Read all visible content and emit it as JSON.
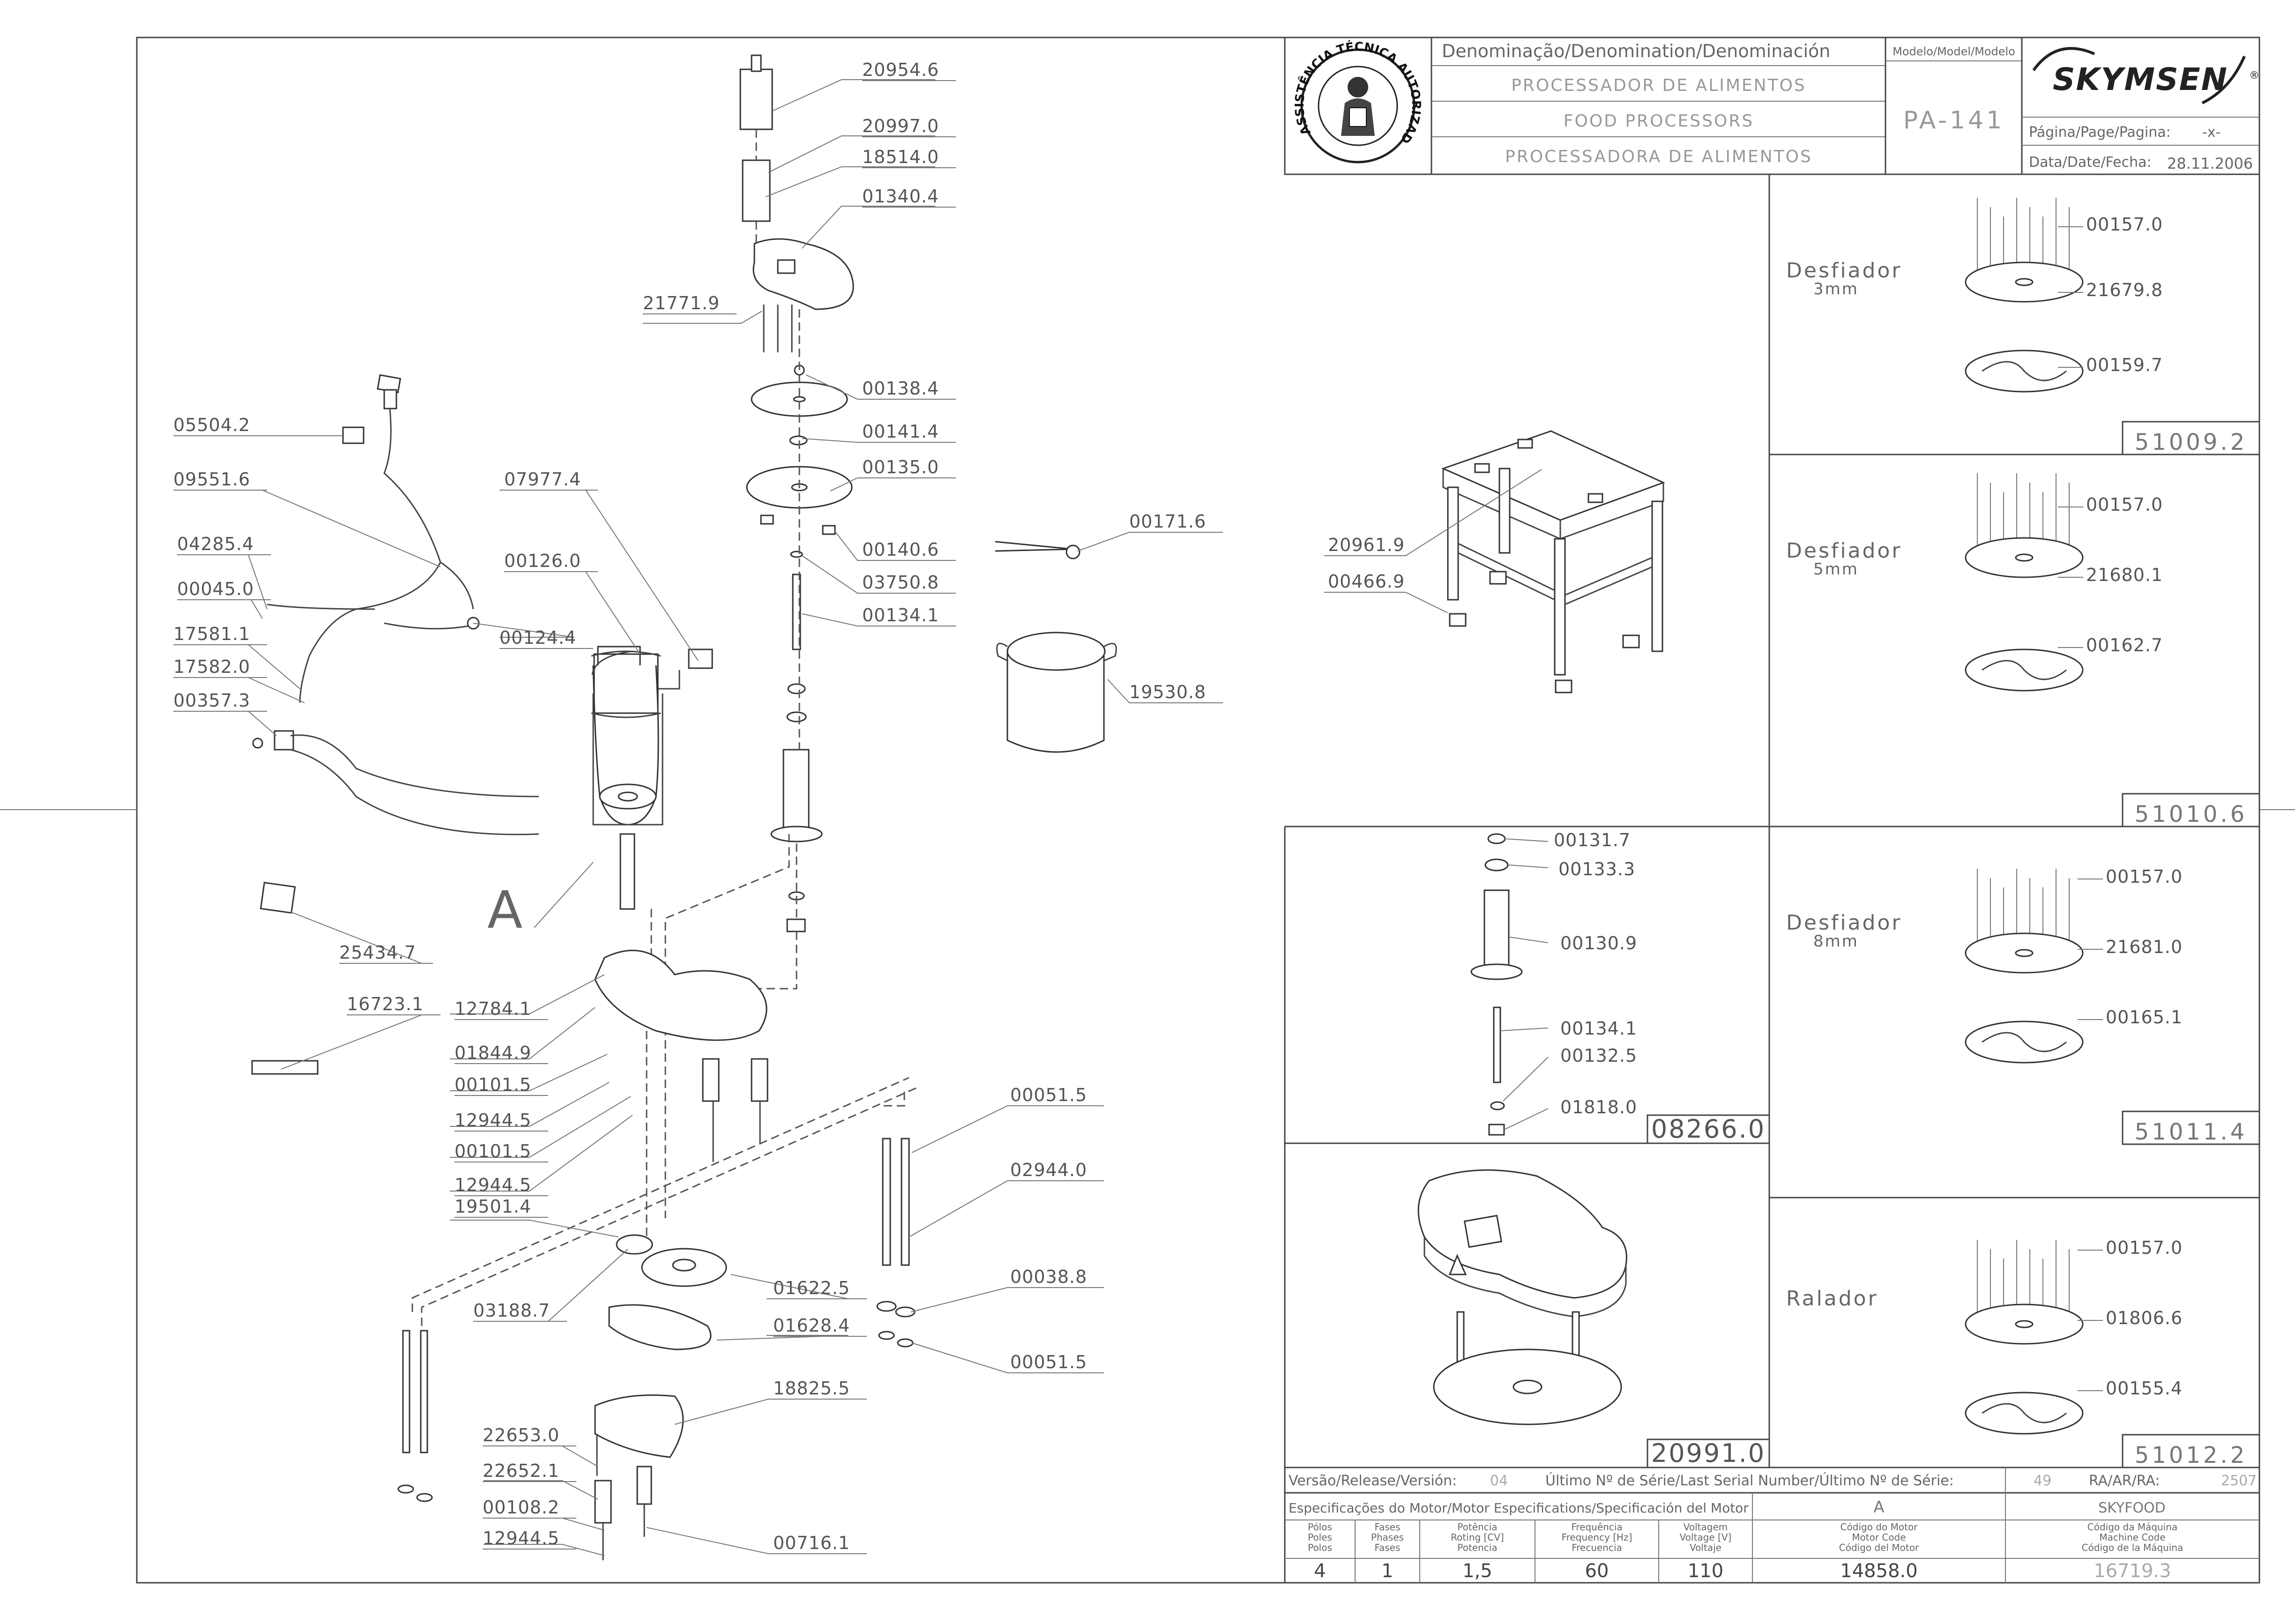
{
  "title_block": {
    "denomination_header": "Denominação/Denomination/Denominación",
    "name_pt": "PROCESSADOR DE ALIMENTOS",
    "name_en": "FOOD PROCESSORS",
    "name_es": "PROCESSADORA DE ALIMENTOS",
    "model_header": "Modelo/Model/Modelo",
    "model": "PA-141",
    "brand": "SKYMSEN",
    "page_label": "Página/Page/Pagina:",
    "page_value": "-x-",
    "date_label": "Data/Date/Fecha:",
    "date_value": "28.11.2006",
    "badge_text": "ASSISTÊNCIA TÉCNICA AUTORIZADA"
  },
  "main_labels": [
    {
      "id": "lbl-20954-6",
      "text": "20954.6"
    },
    {
      "id": "lbl-20997-0",
      "text": "20997.0"
    },
    {
      "id": "lbl-18514-0",
      "text": "18514.0"
    },
    {
      "id": "lbl-01340-4",
      "text": "01340.4"
    },
    {
      "id": "lbl-21771-9",
      "text": "21771.9"
    },
    {
      "id": "lbl-00138-4",
      "text": "00138.4"
    },
    {
      "id": "lbl-00141-4",
      "text": "00141.4"
    },
    {
      "id": "lbl-00135-0",
      "text": "00135.0"
    },
    {
      "id": "lbl-00140-6",
      "text": "00140.6"
    },
    {
      "id": "lbl-03750-8",
      "text": "03750.8"
    },
    {
      "id": "lbl-00134-1",
      "text": "00134.1"
    },
    {
      "id": "lbl-00171-6",
      "text": "00171.6"
    },
    {
      "id": "lbl-19530-8",
      "text": "19530.8"
    },
    {
      "id": "lbl-05504-2",
      "text": "05504.2"
    },
    {
      "id": "lbl-09551-6",
      "text": "09551.6"
    },
    {
      "id": "lbl-07977-4",
      "text": "07977.4"
    },
    {
      "id": "lbl-04285-4",
      "text": "04285.4"
    },
    {
      "id": "lbl-00126-0",
      "text": "00126.0"
    },
    {
      "id": "lbl-00045-0",
      "text": "00045.0"
    },
    {
      "id": "lbl-00124-4",
      "text": "00124.4"
    },
    {
      "id": "lbl-17581-1",
      "text": "17581.1"
    },
    {
      "id": "lbl-17582-0",
      "text": "17582.0"
    },
    {
      "id": "lbl-00357-3",
      "text": "00357.3"
    },
    {
      "id": "lbl-A",
      "text": "A"
    },
    {
      "id": "lbl-25434-7",
      "text": "25434.7"
    },
    {
      "id": "lbl-16723-1",
      "text": "16723.1"
    },
    {
      "id": "lbl-12784-1",
      "text": "12784.1"
    },
    {
      "id": "lbl-01844-9",
      "text": "01844.9"
    },
    {
      "id": "lbl-00101-5a",
      "text": "00101.5"
    },
    {
      "id": "lbl-12944-5a",
      "text": "12944.5"
    },
    {
      "id": "lbl-00101-5b",
      "text": "00101.5"
    },
    {
      "id": "lbl-12944-5b",
      "text": "12944.5"
    },
    {
      "id": "lbl-19501-4",
      "text": "19501.4"
    },
    {
      "id": "lbl-03188-7",
      "text": "03188.7"
    },
    {
      "id": "lbl-01622-5",
      "text": "01622.5"
    },
    {
      "id": "lbl-01628-4",
      "text": "01628.4"
    },
    {
      "id": "lbl-00051-5a",
      "text": "00051.5"
    },
    {
      "id": "lbl-02944-0",
      "text": "02944.0"
    },
    {
      "id": "lbl-00038-8",
      "text": "00038.8"
    },
    {
      "id": "lbl-00051-5b",
      "text": "00051.5"
    },
    {
      "id": "lbl-18825-5",
      "text": "18825.5"
    },
    {
      "id": "lbl-22653-0",
      "text": "22653.0"
    },
    {
      "id": "lbl-22652-1",
      "text": "22652.1"
    },
    {
      "id": "lbl-00108-2",
      "text": "00108.2"
    },
    {
      "id": "lbl-12944-5c",
      "text": "12944.5"
    },
    {
      "id": "lbl-00716-1",
      "text": "00716.1"
    }
  ],
  "stand": {
    "labels": [
      "20961.9",
      "00466.9"
    ]
  },
  "shaft_panel": {
    "labels": [
      "00131.7",
      "00133.3",
      "00130.9",
      "00134.1",
      "00132.5",
      "01818.0"
    ],
    "code": "08266.0"
  },
  "lid_panel": {
    "code": "20991.0"
  },
  "discs": [
    {
      "name": "Desfiador",
      "size": "3mm",
      "labels": [
        "00157.0",
        "21679.8",
        "00159.7"
      ],
      "code": "51009.2"
    },
    {
      "name": "Desfiador",
      "size": "5mm",
      "labels": [
        "00157.0",
        "21680.1",
        "00162.7"
      ],
      "code": "51010.6"
    },
    {
      "name": "Desfiador",
      "size": "8mm",
      "labels": [
        "00157.0",
        "21681.0",
        "00165.1"
      ],
      "code": "51011.4"
    },
    {
      "name": "Ralador",
      "size": "",
      "labels": [
        "00157.0",
        "01806.6",
        "00155.4"
      ],
      "code": "51012.2"
    }
  ],
  "release_row": {
    "version_label": "Versão/Release/Versión:",
    "version_value": "04",
    "serial_label": "Último Nº de Série/Last Serial Number/Último Nº de Série:",
    "serial_value": "49",
    "ra_label": "RA/AR/RA:",
    "ra_value": "2507"
  },
  "motor_spec": {
    "header": "Especificações do Motor/Motor Especifications/Specificación del Motor",
    "col_a": "A",
    "col_brand": "SKYFOOD",
    "headers": [
      [
        "Pólos",
        "Poles",
        "Polos"
      ],
      [
        "Fases",
        "Phases",
        "Fases"
      ],
      [
        "Potência",
        "Roting [CV]",
        "Potencia"
      ],
      [
        "Frequência",
        "Frequency [Hz]",
        "Frecuencia"
      ],
      [
        "Voltagem",
        "Voltage [V]",
        "Voltaje"
      ],
      [
        "Código do Motor",
        "Motor Code",
        "Código del Motor"
      ],
      [
        "Código da Máquina",
        "Machine Code",
        "Código de la Máquina"
      ]
    ],
    "values": [
      "4",
      "1",
      "1,5",
      "60",
      "110",
      "14858.0",
      "16719.3"
    ]
  }
}
